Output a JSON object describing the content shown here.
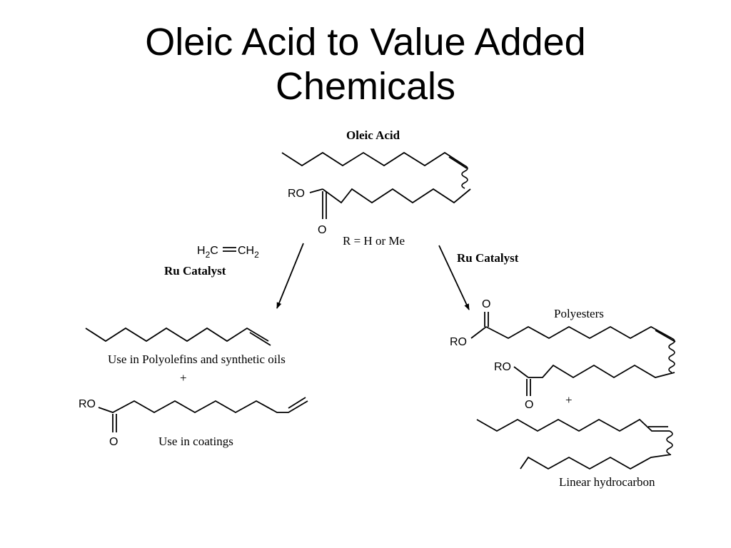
{
  "title": {
    "line1": "Oleic Acid to Value Added",
    "line2": "Chemicals"
  },
  "scheme": {
    "starting_material": {
      "name": "Oleic Acid",
      "ester_group": "RO",
      "carbonyl_oxygen": "O",
      "r_definition": "R = H or Me"
    },
    "left_reaction": {
      "reagent": {
        "h2c": "H",
        "h2c_sub": "2",
        "h2c_c": "C",
        "ch2": "CH",
        "ch2_sub": "2"
      },
      "catalyst": "Ru Catalyst"
    },
    "right_reaction": {
      "catalyst": "Ru Catalyst"
    },
    "left_products": {
      "alkene_use": "Use in Polyolefins and synthetic oils",
      "plus": "+",
      "ester_group": "RO",
      "carbonyl_oxygen": "O",
      "ester_use": "Use in coatings"
    },
    "right_products": {
      "polyester_label": "Polyesters",
      "ester1_group": "RO",
      "ester1_oxygen": "O",
      "ester2_group": "RO",
      "ester2_oxygen": "O",
      "plus": "+",
      "hydrocarbon_label": "Linear hydrocarbon"
    }
  }
}
